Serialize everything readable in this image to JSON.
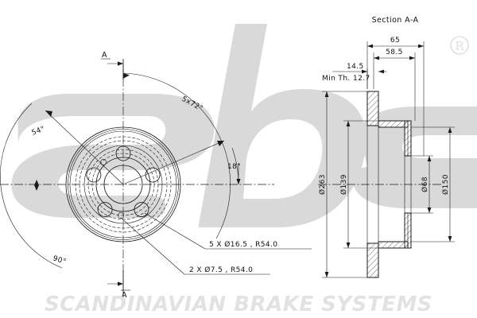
{
  "drawing": {
    "title_section": "Section A-A",
    "brand_watermark": "sbs",
    "registered_mark": "®",
    "footer": "SCANDINAVIAN BRAKE SYSTEMS"
  },
  "front_view": {
    "section_marker_top": "A",
    "section_marker_bottom": "A",
    "angles": [
      {
        "name": "bolt-spacing",
        "label": "5x72°"
      },
      {
        "name": "lower-angle",
        "label": "54°"
      },
      {
        "name": "quadrant-angle",
        "label": "90°"
      },
      {
        "name": "offset-angle",
        "label": "18°"
      }
    ],
    "callouts": [
      {
        "name": "bolt-holes",
        "label": "5 X Ø16.5 , R54.0"
      },
      {
        "name": "pilot-holes",
        "label": "2 X Ø7.5 , R54.0"
      }
    ]
  },
  "section_view": {
    "linear_dims": [
      {
        "name": "overall-width",
        "label": "65"
      },
      {
        "name": "hat-offset",
        "label": "58.5"
      },
      {
        "name": "disc-thickness",
        "label": "14.5"
      },
      {
        "name": "min-thickness",
        "label": "Min Th. 12.7"
      }
    ],
    "diameter_dims": [
      {
        "name": "outer-diameter",
        "label": "Ø263"
      },
      {
        "name": "inner-diameter",
        "label": "Ø139"
      },
      {
        "name": "bore-diameter",
        "label": "Ø68"
      },
      {
        "name": "hub-diameter",
        "label": "Ø150"
      }
    ]
  },
  "colors": {
    "line": "#1a1a1a",
    "watermark": "#d9d9d9",
    "footer": "#e2e2e2",
    "background": "#ffffff"
  }
}
